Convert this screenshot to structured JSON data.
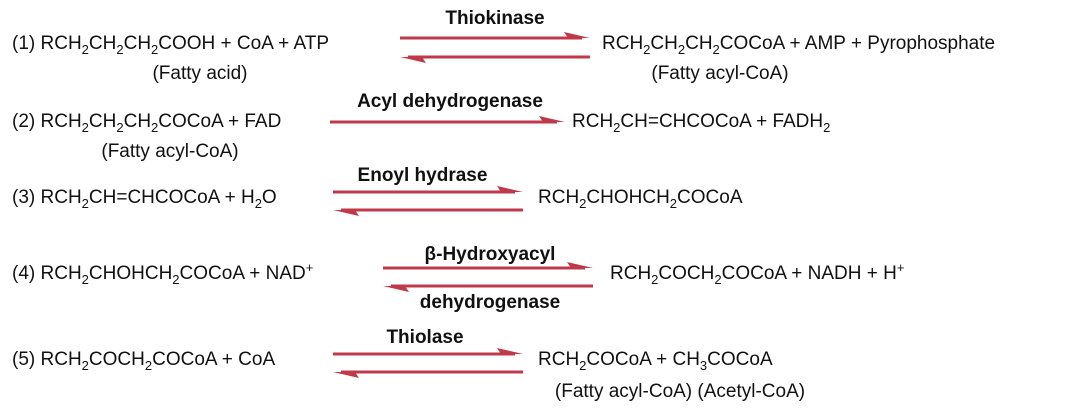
{
  "arrow_color": "#c0394b",
  "reactions": [
    {
      "substrate": [
        {
          "t": "(1) RCH"
        },
        {
          "s": "2"
        },
        {
          "t": "CH"
        },
        {
          "s": "2"
        },
        {
          "t": "CH"
        },
        {
          "s": "2"
        },
        {
          "t": "COOH + CoA + ATP"
        }
      ],
      "substrate_label": "(Fatty acid)",
      "enzyme": "Thiokinase",
      "enzyme_line2": "",
      "reversible": true,
      "product": [
        {
          "t": "RCH"
        },
        {
          "s": "2"
        },
        {
          "t": "CH"
        },
        {
          "s": "2"
        },
        {
          "t": "CH"
        },
        {
          "s": "2"
        },
        {
          "t": "COCoA + AMP + Pyrophosphate"
        }
      ],
      "product_label": "(Fatty acyl-CoA)"
    },
    {
      "substrate": [
        {
          "t": "(2) RCH"
        },
        {
          "s": "2"
        },
        {
          "t": "CH"
        },
        {
          "s": "2"
        },
        {
          "t": "CH"
        },
        {
          "s": "2"
        },
        {
          "t": "COCoA + FAD"
        }
      ],
      "substrate_label": "(Fatty acyl-CoA)",
      "enzyme": "Acyl dehydrogenase",
      "enzyme_line2": "",
      "reversible": false,
      "product": [
        {
          "t": "RCH"
        },
        {
          "s": "2"
        },
        {
          "t": "CH=CHCOCoA + FADH"
        },
        {
          "s": "2"
        }
      ],
      "product_label": ""
    },
    {
      "substrate": [
        {
          "t": "(3) RCH"
        },
        {
          "s": "2"
        },
        {
          "t": "CH=CHCOCoA + H"
        },
        {
          "s": "2"
        },
        {
          "t": "O"
        }
      ],
      "substrate_label": "",
      "enzyme": "Enoyl hydrase",
      "enzyme_line2": "",
      "reversible": true,
      "product": [
        {
          "t": "RCH"
        },
        {
          "s": "2"
        },
        {
          "t": "CHOHCH"
        },
        {
          "s": "2"
        },
        {
          "t": "COCoA"
        }
      ],
      "product_label": ""
    },
    {
      "substrate": [
        {
          "t": "(4) RCH"
        },
        {
          "s": "2"
        },
        {
          "t": "CHOHCH"
        },
        {
          "s": "2"
        },
        {
          "t": "COCoA + NAD"
        },
        {
          "p": "+"
        }
      ],
      "substrate_label": "",
      "enzyme": "β-Hydroxyacyl",
      "enzyme_line2": "dehydrogenase",
      "reversible": true,
      "product": [
        {
          "t": "RCH"
        },
        {
          "s": "2"
        },
        {
          "t": "COCH"
        },
        {
          "s": "2"
        },
        {
          "t": "COCoA + NADH + H"
        },
        {
          "p": "+"
        }
      ],
      "product_label": ""
    },
    {
      "substrate": [
        {
          "t": "(5) RCH"
        },
        {
          "s": "2"
        },
        {
          "t": "COCH"
        },
        {
          "s": "2"
        },
        {
          "t": "COCoA + CoA"
        }
      ],
      "substrate_label": "",
      "enzyme": "Thiolase",
      "enzyme_line2": "",
      "reversible": true,
      "product": [
        {
          "t": "RCH"
        },
        {
          "s": "2"
        },
        {
          "t": "COCoA + CH"
        },
        {
          "s": "3"
        },
        {
          "t": "COCoA"
        }
      ],
      "product_label": "(Fatty acyl-CoA) (Acetyl-CoA)"
    }
  ]
}
